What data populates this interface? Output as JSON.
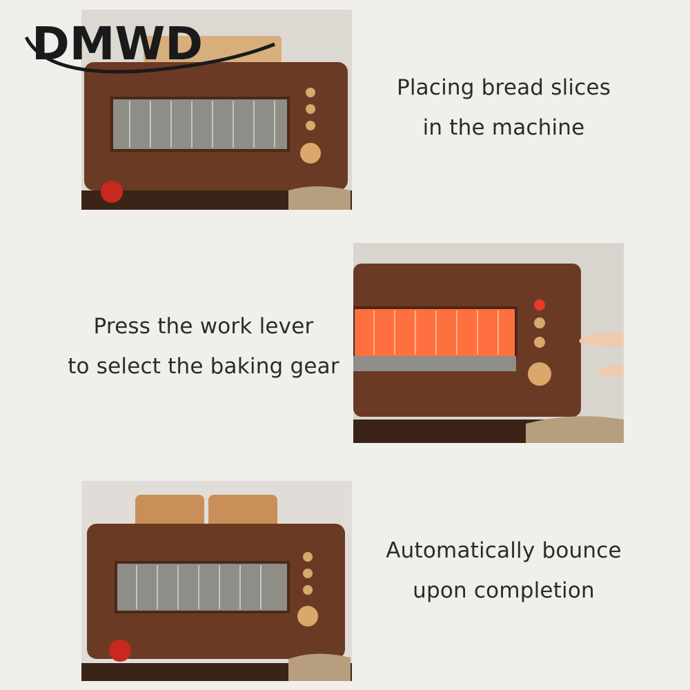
{
  "brand": {
    "logo_text": "DMWD"
  },
  "steps": [
    {
      "line1": "Placing bread slices",
      "line2": "in the machine"
    },
    {
      "line1": "Press the work lever",
      "line2": "to select the baking gear"
    },
    {
      "line1": "Automatically bounce",
      "line2": "upon completion"
    }
  ],
  "colors": {
    "toaster_body": "#6b3a24",
    "knob_wood": "#d9a86a",
    "glow": "#ff7040",
    "background": "#f1efec"
  }
}
